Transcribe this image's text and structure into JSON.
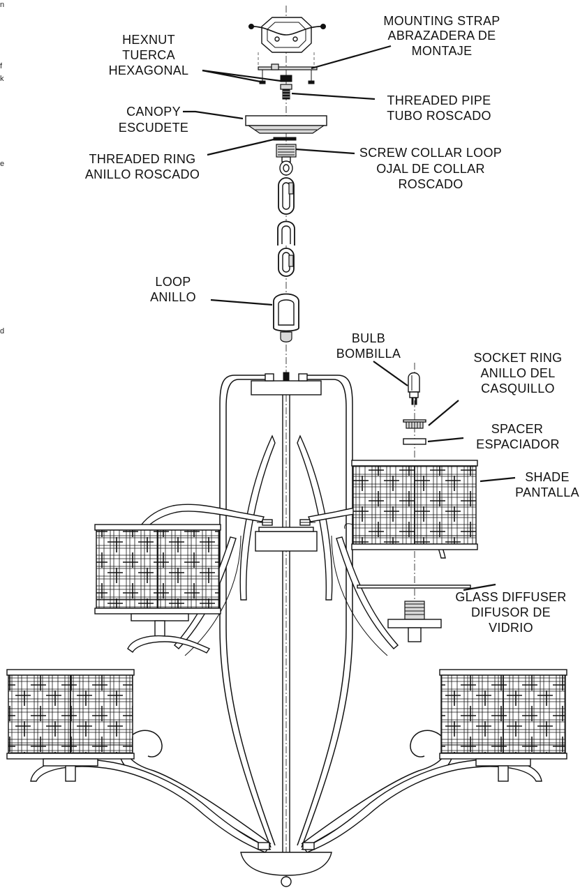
{
  "edge_fragments": [
    "n",
    "f",
    "k",
    "e",
    "d"
  ],
  "labels": {
    "mounting_strap": [
      "MOUNTING STRAP",
      "ABRAZADERA DE",
      "MONTAJE"
    ],
    "hexnut": [
      "HEXNUT",
      "TUERCA",
      "HEXAGONAL"
    ],
    "threaded_pipe": [
      "THREADED PIPE",
      "TUBO ROSCADO"
    ],
    "canopy": [
      "CANOPY",
      "ESCUDETE"
    ],
    "threaded_ring": [
      "THREADED RING",
      "ANILLO ROSCADO"
    ],
    "screw_collar_loop": [
      "SCREW COLLAR LOOP",
      "OJAL DE COLLAR",
      "ROSCADO"
    ],
    "loop": [
      "LOOP",
      "ANILLO"
    ],
    "bulb": [
      "BULB",
      "BOMBILLA"
    ],
    "socket_ring": [
      "SOCKET RING",
      "ANILLO DEL",
      "CASQUILLO"
    ],
    "spacer": [
      "SPACER",
      "ESPACIADOR"
    ],
    "shade": [
      "SHADE",
      "PANTALLA"
    ],
    "glass_diffuser": [
      "GLASS DIFFUSER",
      "DIFUSOR DE",
      "VIDRIO"
    ]
  }
}
